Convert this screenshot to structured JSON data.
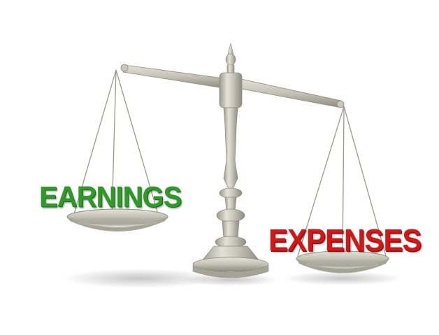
{
  "image": {
    "subject": "balance-scale",
    "colors": {
      "background": "#ffffff",
      "metal_light": "#d8d6cc",
      "metal_mid": "#b5b2a6",
      "metal_dark": "#8e8b80",
      "earnings_green": "#2f9a2a",
      "expenses_red": "#d01818"
    }
  },
  "labels": {
    "left": "EARNINGS",
    "right": "EXPENSES"
  }
}
